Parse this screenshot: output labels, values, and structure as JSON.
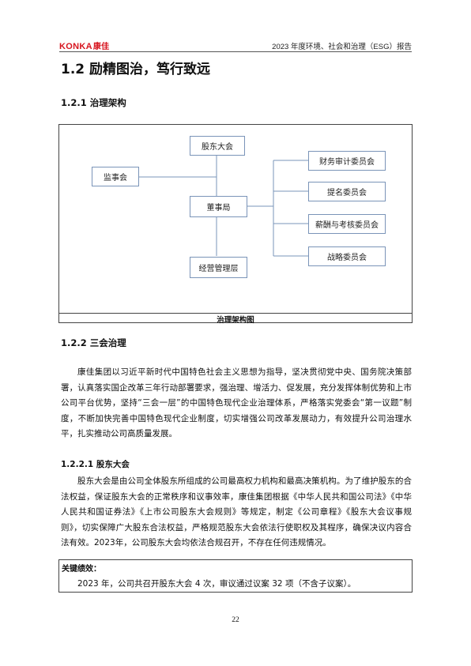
{
  "header": {
    "logo_text": "KONKA",
    "logo_cn": "康佳",
    "report_title": "2023 年度环境、社会和治理（ESG）报告"
  },
  "section": {
    "title": "1.2 励精图治，笃行致远"
  },
  "subsection_1": {
    "title": "1.2.1 治理架构"
  },
  "org_chart": {
    "shareholders": "股东大会",
    "supervisors": "监事会",
    "board": "董事局",
    "management": "经营管理层",
    "committees": [
      "财务审计委员会",
      "提名委员会",
      "薪酬与考核委员会",
      "战略委员会"
    ],
    "caption": "治理架构图"
  },
  "subsection_2": {
    "title": "1.2.2 三会治理",
    "paragraph": "康佳集团以习近平新时代中国特色社会主义思想为指导，坚决贯彻党中央、国务院决策部署，认真落实国企改革三年行动部署要求，强治理、增活力、促发展，充分发挥体制优势和上市公司平台优势，坚持“三会一层”的中国特色现代企业治理体系，严格落实党委会“第一议题”制度，不断加快完善中国特色现代企业制度，切实增强公司改革发展动力，有效提升公司治理水平，扎实推动公司高质量发展。"
  },
  "subsection_3": {
    "title": "1.2.2.1 股东大会",
    "paragraph": "股东大会是由公司全体股东所组成的公司最高权力机构和最高决策机构。为了维护股东的合法权益，保证股东大会的正常秩序和议事效率，康佳集团根据《中华人民共和国公司法》《中华人民共和国证券法》《上市公司股东大会规则》等规定，制定《公司章程》《股东大会议事规则》，切实保障广大股东合法权益，严格规范股东大会依法行使职权及其程序，确保决议内容合法有效。2023年，公司股东大会均依法合规召开，不存在任何违规情况。"
  },
  "key_performance": {
    "label": "关键绩效：",
    "text": "2023 年，公司共召开股东大会 4 次，审议通过议案 32 项（不含子议案）。"
  },
  "footer": {
    "page_number": "22"
  },
  "colors": {
    "logo_red": "#d7141e",
    "node_border": "#7a94b8",
    "connector": "#7a94b8"
  }
}
